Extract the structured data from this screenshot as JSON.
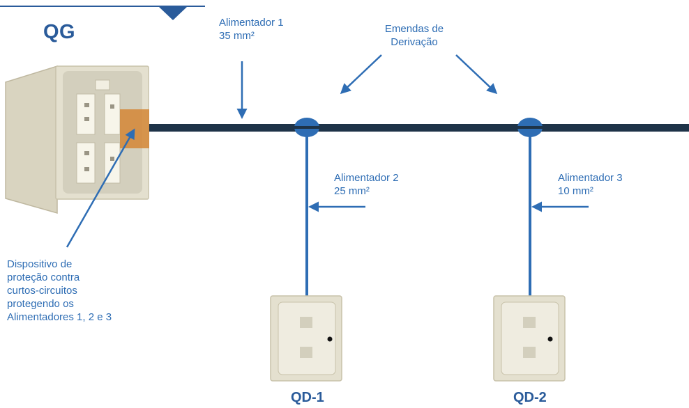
{
  "main_panel": {
    "label": "QG"
  },
  "feeders": [
    {
      "name": "Alimentador 1",
      "section": "35 mm²"
    },
    {
      "name": "Alimentador 2",
      "section": "25 mm²"
    },
    {
      "name": "Alimentador 3",
      "section": "10 mm²"
    }
  ],
  "splices_label": {
    "line1": "Emendas de",
    "line2": "Derivação"
  },
  "protection_device": {
    "lines": [
      "Dispositivo de",
      "proteção contra",
      "curtos-circuitos",
      "protegendo os",
      "Alimentadores 1, 2 e 3"
    ]
  },
  "distribution_boards": [
    {
      "label": "QD-1"
    },
    {
      "label": "QD-2"
    }
  ],
  "colors": {
    "cable": "#1e3348",
    "accent_blue": "#2e6db4",
    "title_blue": "#2a5b9a",
    "panel_body": "#e4e0cf",
    "panel_door": "#d9d4c0",
    "protection_highlight": "#d4893a"
  }
}
